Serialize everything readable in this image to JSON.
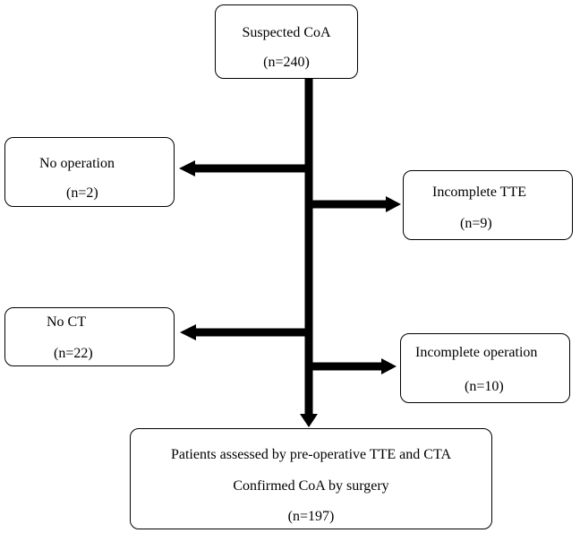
{
  "flowchart": {
    "start": {
      "title": "Suspected CoA",
      "count": "(n=240)"
    },
    "exclusions": [
      {
        "title": "No operation",
        "count": "(n=2)"
      },
      {
        "title": "Incomplete TTE",
        "count": "(n=9)"
      },
      {
        "title": "No CT",
        "count": "(n=22)"
      },
      {
        "title": "Incomplete operation",
        "count": "(n=10)"
      }
    ],
    "final": {
      "line1": "Patients assessed by pre-operative TTE and CTA",
      "line2": "Confirmed CoA by surgery",
      "count": "(n=197)"
    }
  },
  "colors": {
    "stroke": "#000000",
    "background": "#ffffff"
  }
}
